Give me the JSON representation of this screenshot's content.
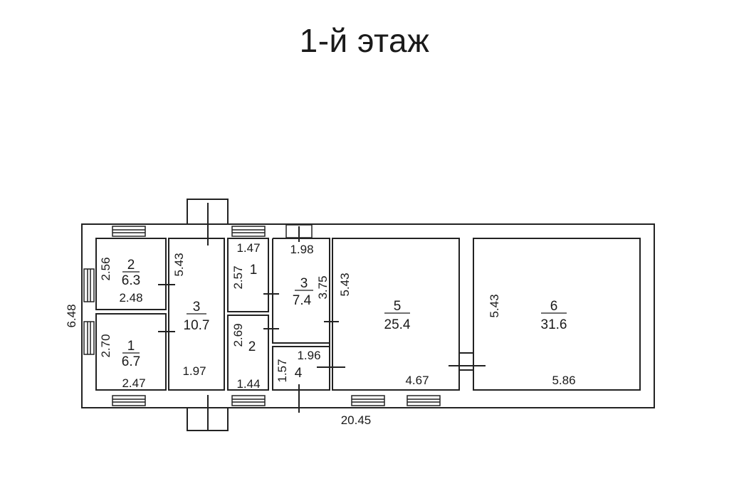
{
  "title": "1-й этаж",
  "overall": {
    "width": "20.45",
    "height": "6.48"
  },
  "rooms": [
    {
      "num": "2",
      "area": "6.3",
      "dims": [
        "2.56",
        "2.48"
      ]
    },
    {
      "num": "1",
      "area": "6.7",
      "dims": [
        "2.70",
        "2.47"
      ]
    },
    {
      "num": "3",
      "area": "10.7",
      "dims": [
        "5.43",
        "1.97"
      ]
    },
    {
      "num": "1",
      "area": "",
      "dims": [
        "1.47",
        "2.57"
      ]
    },
    {
      "num": "2",
      "area": "",
      "dims": [
        "2.69",
        "1.44"
      ]
    },
    {
      "num": "3",
      "area": "7.4",
      "dims": [
        "1.98",
        "3.75"
      ]
    },
    {
      "num": "4",
      "area": "",
      "dims": [
        "1.96",
        "1.57"
      ]
    },
    {
      "num": "5",
      "area": "25.4",
      "dims": [
        "5.43",
        "4.67"
      ]
    },
    {
      "num": "6",
      "area": "31.6",
      "dims": [
        "5.43",
        "5.86"
      ]
    }
  ]
}
